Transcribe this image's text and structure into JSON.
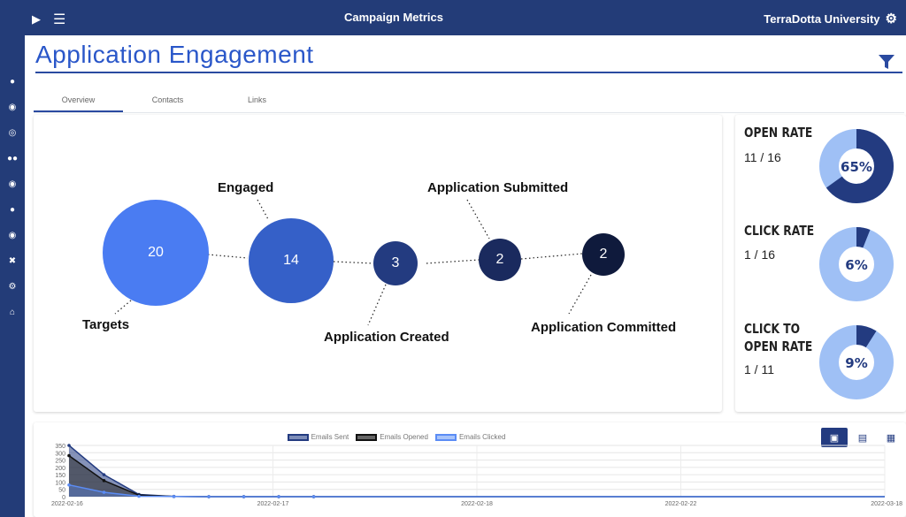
{
  "topbar": {
    "title": "Campaign Metrics",
    "org": "TerraDotta University"
  },
  "page": {
    "title": "Application Engagement"
  },
  "tabs": [
    {
      "label": "Overview"
    },
    {
      "label": "Contacts"
    },
    {
      "label": "Links"
    }
  ],
  "funnel": [
    {
      "label": "Targets",
      "value": "20",
      "color": "#4a7cf2"
    },
    {
      "label": "Engaged",
      "value": "14",
      "color": "#3560c8"
    },
    {
      "label": "Application Created",
      "value": "3",
      "color": "#233b80"
    },
    {
      "label": "Application Submitted",
      "value": "2",
      "color": "#1a2a5e"
    },
    {
      "label": "Application Committed",
      "value": "2",
      "color": "#0f1a3c"
    }
  ],
  "rates": [
    {
      "title_line1": "OPEN RATE",
      "title_line2": "",
      "value": "11 / 16",
      "percent_label": "65%",
      "percent": 65
    },
    {
      "title_line1": "CLICK RATE",
      "title_line2": "",
      "value": "1 / 16",
      "percent_label": "6%",
      "percent": 6
    },
    {
      "title_line1": "CLICK TO",
      "title_line2": "OPEN RATE",
      "value": "1 / 11",
      "percent_label": "9%",
      "percent": 9
    }
  ],
  "rate_colors": {
    "filled": "#233b80",
    "empty": "#9fc0f5"
  },
  "chart_data": {
    "type": "area",
    "series": [
      {
        "name": "Emails Sent",
        "color": "#233b80",
        "values": [
          350,
          150,
          15,
          2,
          0,
          0,
          0,
          0
        ]
      },
      {
        "name": "Emails Opened",
        "color": "#111111",
        "values": [
          280,
          110,
          10,
          1,
          0,
          0,
          0,
          0
        ]
      },
      {
        "name": "Emails Clicked",
        "color": "#5b8cf5",
        "values": [
          80,
          30,
          3,
          1,
          0,
          0,
          0,
          0
        ]
      }
    ],
    "x_ticks": [
      "2022-02-16",
      "2022-02-17",
      "2022-02-18",
      "2022-02-22",
      "2022-03-18"
    ],
    "y_ticks": [
      "350",
      "300",
      "250",
      "200",
      "150",
      "100",
      "50",
      "0"
    ],
    "ylim": [
      0,
      350
    ],
    "grid": true,
    "legend": "top-center"
  }
}
